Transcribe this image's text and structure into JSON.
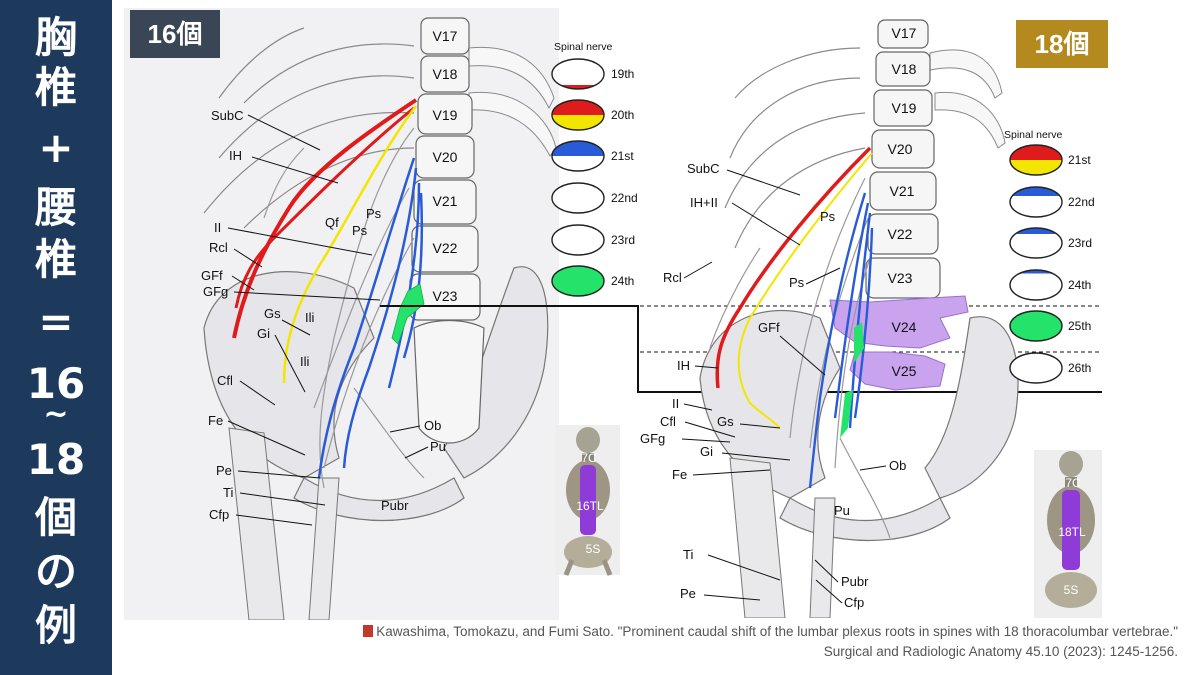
{
  "sidebar": {
    "chars": [
      "胸",
      "椎",
      "+",
      "腰",
      "椎",
      "=",
      "16",
      "~",
      "18",
      "個",
      "の",
      "例"
    ]
  },
  "badges": {
    "left": {
      "text": "16個",
      "color": "#3a4556"
    },
    "right": {
      "text": "18個",
      "color": "#b48a1f"
    }
  },
  "left_panel": {
    "vertebrae": [
      "V17",
      "V18",
      "V19",
      "V20",
      "V21",
      "V22",
      "V23"
    ],
    "labels": [
      "SubC",
      "IH",
      "Qf",
      "Ps",
      "Ps",
      "II",
      "Rcl",
      "GFf",
      "GFg",
      "Gs",
      "Gi",
      "Ili",
      "Ili",
      "Cfl",
      "Fe",
      "Ob",
      "Pu",
      "Pe",
      "Ti",
      "Cfp",
      "Pubr"
    ],
    "legend": {
      "title": "Spinal nerve",
      "items": [
        {
          "label": "19th",
          "fill": "white-red-thin"
        },
        {
          "label": "20th",
          "fill": "red-yellow"
        },
        {
          "label": "21st",
          "fill": "blue-white"
        },
        {
          "label": "22nd",
          "fill": "white"
        },
        {
          "label": "23rd",
          "fill": "white"
        },
        {
          "label": "24th",
          "fill": "green"
        }
      ]
    },
    "inset": {
      "labels": [
        "7C",
        "16TL",
        "5S"
      ]
    }
  },
  "right_panel": {
    "vertebrae": [
      "V17",
      "V18",
      "V19",
      "V20",
      "V21",
      "V22",
      "V23",
      "V24",
      "V25"
    ],
    "labels": [
      "SubC",
      "IH+II",
      "Ps",
      "Ps",
      "Rcl",
      "GFf",
      "IH",
      "II",
      "Gs",
      "Cfl",
      "GFg",
      "Gi",
      "Fe",
      "Ob",
      "Pu",
      "Ti",
      "Pubr",
      "Pe",
      "Cfp"
    ],
    "legend": {
      "title": "Spinal nerve",
      "items": [
        {
          "label": "21st",
          "fill": "red-yellow"
        },
        {
          "label": "22nd",
          "fill": "blue-white"
        },
        {
          "label": "23rd",
          "fill": "blue-white-thin"
        },
        {
          "label": "24th",
          "fill": "blue-white-thinner"
        },
        {
          "label": "25th",
          "fill": "green"
        },
        {
          "label": "26th",
          "fill": "white"
        }
      ]
    },
    "inset": {
      "labels": [
        "7C",
        "18TL",
        "5S"
      ]
    }
  },
  "colors": {
    "red": "#e01b1b",
    "yellow": "#f2e600",
    "blue": "#2a5bd7",
    "green": "#23e36a",
    "purple": "#c9a3ee"
  },
  "citation": {
    "line1": "Kawashima, Tomokazu, and Fumi Sato. \"Prominent caudal shift of the lumbar plexus roots in spines with 18 thoracolumbar vertebrae.\"",
    "line2": "Surgical and Radiologic Anatomy 45.10 (2023): 1245-1256."
  }
}
